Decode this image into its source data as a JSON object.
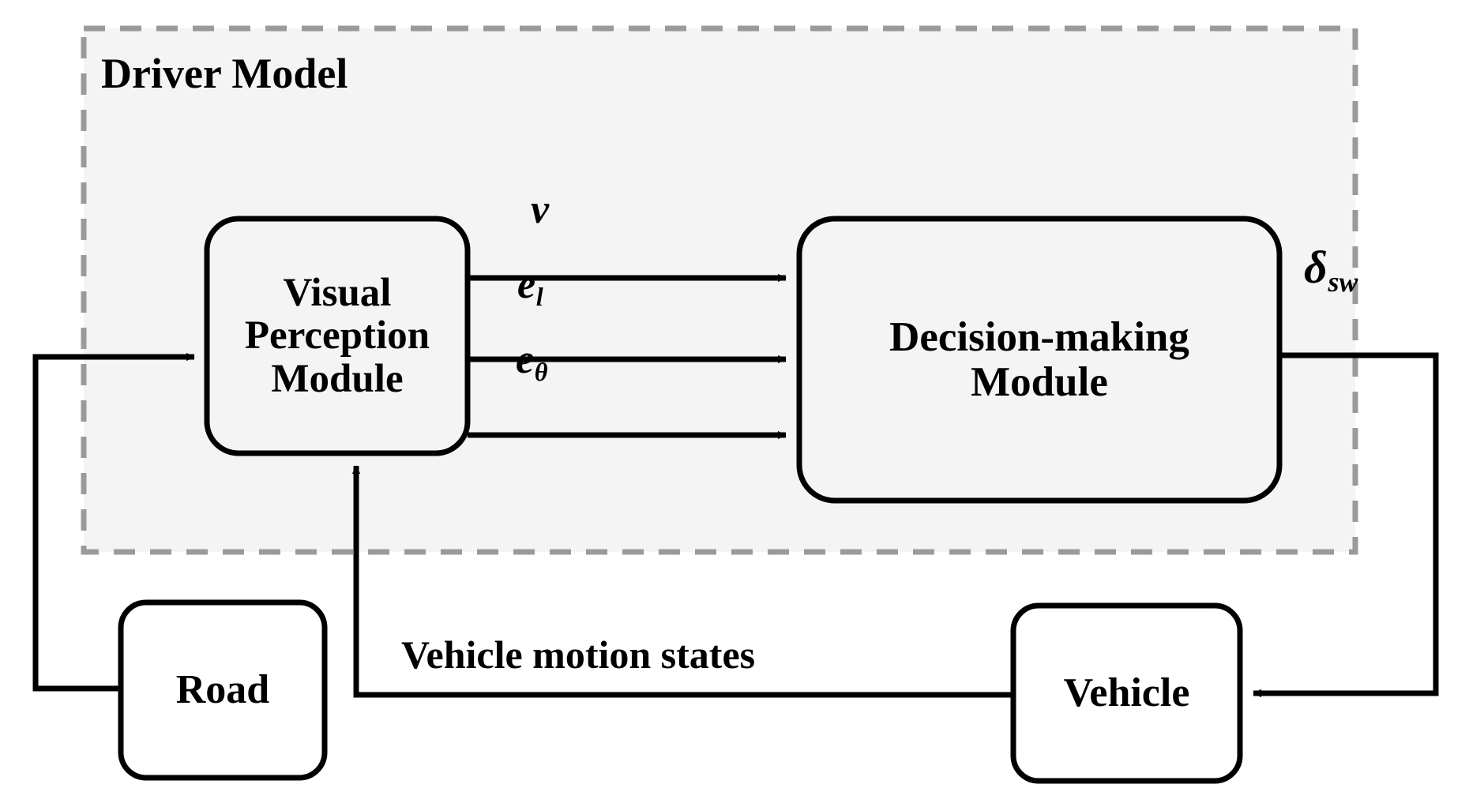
{
  "figure": {
    "type": "block-diagram",
    "title_visible": false,
    "background_color": "#ffffff"
  },
  "group": {
    "name": "driver-model-group",
    "label": "Driver Model",
    "border_style": "dashed",
    "border_color": "#9a9a9a",
    "fill_color": "#f4f4f4"
  },
  "blocks": [
    {
      "id": "visual-perception-module",
      "label": "Visual\nPerception\nModule",
      "shape": "rounded-rect",
      "stroke": "#000000",
      "fill": "#f4f4f4"
    },
    {
      "id": "decision-making-module",
      "label": "Decision-making\nModule",
      "shape": "rounded-rect",
      "stroke": "#000000",
      "fill": "#f4f4f4"
    },
    {
      "id": "road",
      "label": "Road",
      "shape": "rounded-rect",
      "stroke": "#000000",
      "fill": "#ffffff"
    },
    {
      "id": "vehicle",
      "label": "Vehicle",
      "shape": "rounded-rect",
      "stroke": "#000000",
      "fill": "#ffffff"
    }
  ],
  "signals": [
    {
      "id": "signal-v",
      "base": "v",
      "subscript": "",
      "from": "visual-perception-module",
      "to": "decision-making-module"
    },
    {
      "id": "signal-e-l",
      "base": "e",
      "subscript": "l",
      "from": "visual-perception-module",
      "to": "decision-making-module"
    },
    {
      "id": "signal-e-theta",
      "base": "e",
      "subscript": "θ",
      "from": "visual-perception-module",
      "to": "decision-making-module"
    },
    {
      "id": "signal-delta-sw",
      "base": "δ",
      "subscript": "sw",
      "from": "decision-making-module",
      "to": "vehicle"
    }
  ],
  "connections": [
    {
      "id": "vehicle-motion-states",
      "label": "Vehicle motion states",
      "from": "vehicle",
      "to": "visual-perception-module"
    },
    {
      "id": "road-to-perception",
      "label": "",
      "from": "road",
      "to": "visual-perception-module"
    }
  ]
}
